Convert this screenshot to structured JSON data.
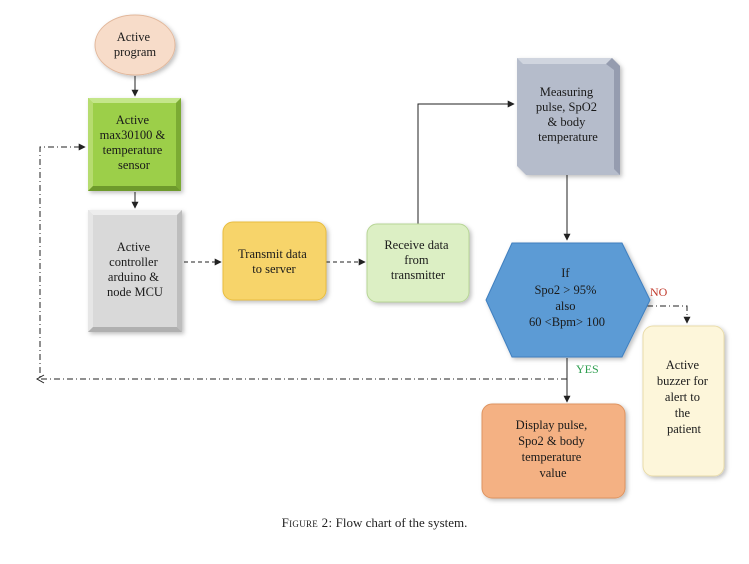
{
  "diagram": {
    "nodes": {
      "active_program": [
        "Active",
        "program"
      ],
      "active_sensor": [
        "Active",
        "max30100 &",
        "temperature",
        "sensor"
      ],
      "active_controller": [
        "Active",
        "controller",
        "arduino &",
        "node MCU"
      ],
      "transmit": [
        "Transmit data",
        "to server"
      ],
      "receive": [
        "Receive data",
        "from",
        "transmitter"
      ],
      "measuring": [
        "Measuring",
        "pulse, SpO2",
        "& body",
        "temperature"
      ],
      "decision": [
        "If",
        "Spo2 > 95%",
        "also",
        "60 <Bpm> 100"
      ],
      "buzzer": [
        "Active",
        "buzzer for",
        "alert to",
        "the",
        "patient"
      ],
      "display": [
        "Display pulse,",
        "Spo2 & body",
        "temperature",
        "value"
      ]
    },
    "branches": {
      "no": "NO",
      "yes": "YES"
    },
    "colors": {
      "program": "#f7dcc9",
      "sensor": "#9ccf4a",
      "controller": "#d9d9d9",
      "transmit": "#f7d46a",
      "receive": "#dcefc4",
      "measuring": "#b5bccb",
      "decision": "#5b9bd5",
      "buzzer": "#fdf6da",
      "display": "#f4b183",
      "no_label": "#c0392b",
      "yes_label": "#2e9e4f"
    }
  },
  "caption": {
    "prefix": "Figure 2:",
    "text": "Flow chart of the system."
  }
}
